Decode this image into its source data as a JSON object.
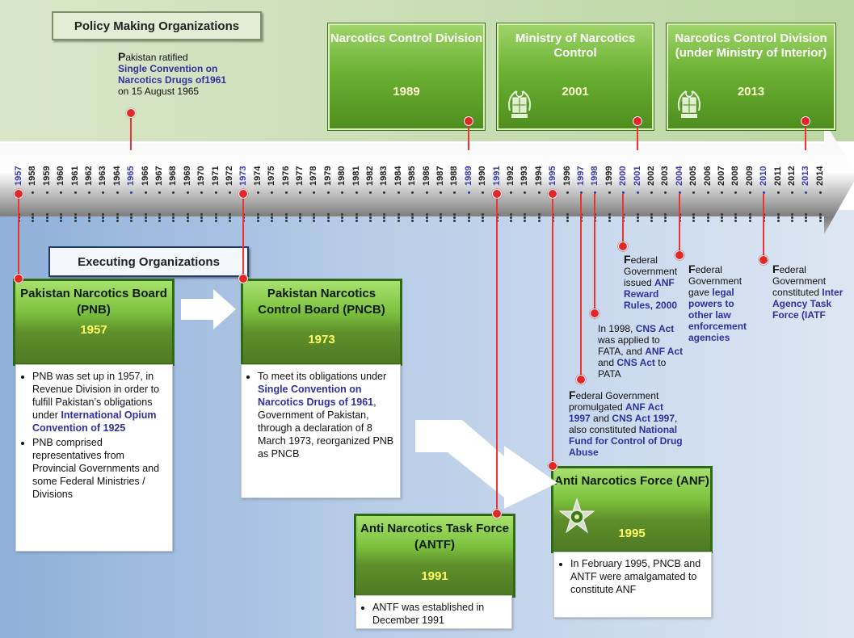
{
  "headers": {
    "policy": "Policy Making Organizations",
    "executing": "Executing Organizations"
  },
  "colors": {
    "accent_red": "#e02828",
    "box_green": "#6bb233",
    "highlight_blue": "#3a3ab0"
  },
  "policy_boxes": [
    {
      "title": "Narcotics Control Division",
      "year": "1989"
    },
    {
      "title": "Ministry of Narcotics Control",
      "year": "2001"
    },
    {
      "title": "Narcotics Control Division (under Ministry of Interior)",
      "year": "2013"
    }
  ],
  "convention_note": {
    "cap": "P",
    "pre": "akistan ratified",
    "bold": "Single Convention on Narcotics Drugs of1961",
    "post": " on 15 August 1965"
  },
  "timeline_years": [
    "1957",
    "1958",
    "1959",
    "1960",
    "1961",
    "1962",
    "1963",
    "1964",
    "1965",
    "1966",
    "1967",
    "1968",
    "1969",
    "1970",
    "1971",
    "1972",
    "1973",
    "1974",
    "1975",
    "1976",
    "1977",
    "1978",
    "1979",
    "1980",
    "1981",
    "1982",
    "1983",
    "1984",
    "1985",
    "1986",
    "1987",
    "1988",
    "1989",
    "1990",
    "1991",
    "1992",
    "1993",
    "1994",
    "1995",
    "1996",
    "1997",
    "1998",
    "1999",
    "2000",
    "2001",
    "2002",
    "2003",
    "2004",
    "2005",
    "2006",
    "2007",
    "2008",
    "2009",
    "2010",
    "2011",
    "2012",
    "2013",
    "2014"
  ],
  "highlight_years": [
    "1957",
    "1965",
    "1973",
    "1989",
    "1991",
    "1995",
    "1997",
    "1998",
    "2000",
    "2001",
    "2004",
    "2010",
    "2013"
  ],
  "exec_boxes": {
    "pnb": {
      "title": "Pakistan Narcotics Board (PNB)",
      "year": "1957"
    },
    "pncb": {
      "title": "Pakistan Narcotics Control Board (PNCB)",
      "year": "1973"
    },
    "antf": {
      "title": "Anti Narcotics Task Force (ANTF)",
      "year": "1991"
    },
    "anf": {
      "title": "Anti Narcotics Force (ANF)",
      "year": "1995"
    }
  },
  "notes": {
    "pnb_1": {
      "a": "PNB was set up in 1957, in Revenue Division in order to fulfill Pakistan’s obligations under ",
      "b": "International Opium Convention of 1925"
    },
    "pnb_2": "PNB comprised representatives from Provincial Governments and some Federal Ministries / Divisions",
    "pncb": {
      "a": "To meet its obligations under ",
      "b": "Single Convention on Narcotics Drugs of 1961",
      "c": ", Government of Pakistan, through a declaration of 8 March 1973, reorganized PNB as PNCB"
    },
    "antf": "ANTF was established in December 1991",
    "anf": "In February 1995, PNCB and ANTF were amalgamated to constitute ANF"
  },
  "annotations": {
    "y1997": {
      "cap": "F",
      "a": "ederal Government promulgated ",
      "b1": "ANF  Act 1997",
      "c": " and ",
      "b2": "CNS Act 1997",
      "d": ", also constituted ",
      "b3": "National Fund for Control of Drug Abuse"
    },
    "y1998": {
      "a": "In 1998, ",
      "b1": "CNS Act",
      "c": " was applied to FATA, and ",
      "b2": "ANF Act",
      "d": " and ",
      "b3": "CNS Act",
      "e": " to PATA"
    },
    "y2000": {
      "cap": "F",
      "a": "ederal Government issued ",
      "b": "ANF Reward Rules, 2000"
    },
    "y2004": {
      "cap": "F",
      "a": "ederal Government gave ",
      "b": "legal powers to other law enforcement agencies"
    },
    "y2010": {
      "cap": "F",
      "a": "ederal Government constituted ",
      "b": "Inter Agency Task Force (IATF"
    }
  }
}
